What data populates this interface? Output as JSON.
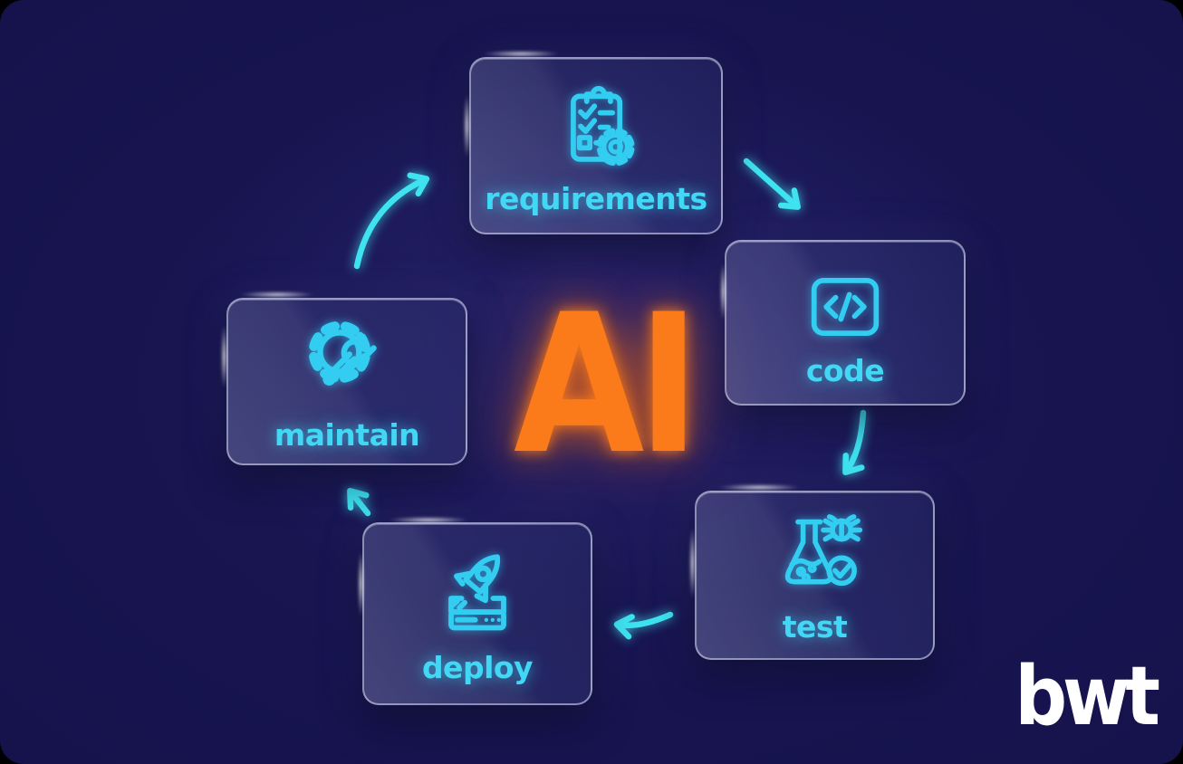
{
  "diagram": {
    "type": "cycle",
    "center_label": "AI",
    "stages": [
      {
        "label": "requirements",
        "icon": "clipboard-checklist-gear-icon"
      },
      {
        "label": "code",
        "icon": "code-brackets-icon"
      },
      {
        "label": "test",
        "icon": "flask-bug-check-icon"
      },
      {
        "label": "deploy",
        "icon": "rocket-launchpad-icon"
      },
      {
        "label": "maintain",
        "icon": "gear-wrench-icon"
      }
    ],
    "flow": [
      {
        "from": "maintain",
        "to": "requirements"
      },
      {
        "from": "requirements",
        "to": "code"
      },
      {
        "from": "code",
        "to": "test"
      },
      {
        "from": "test",
        "to": "deploy"
      },
      {
        "from": "deploy",
        "to": "maintain"
      }
    ]
  },
  "logo": {
    "text": "bwt"
  },
  "colors": {
    "background_navy": "#16134b",
    "accent_cyan": "#3fd9f2",
    "accent_orange": "#fb7b1a",
    "arrow_cyan": "#3fe3f0",
    "card_border": "rgba(228,234,252,0.55)",
    "logo_white": "#ffffff"
  }
}
